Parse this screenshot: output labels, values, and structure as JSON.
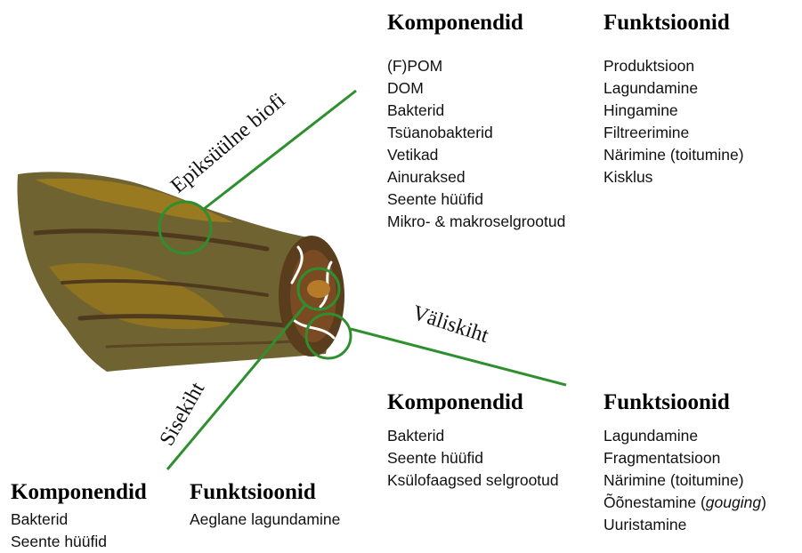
{
  "colors": {
    "connector": "#2f8f2f",
    "bark": "#6f6331",
    "bark_light": "#9a7a20",
    "bark_dark": "#5a3d1c",
    "wood": "#7a4a22"
  },
  "labels": {
    "epixylic": "Epiksüülne biofilm",
    "outer": "Väliskiht",
    "inner": "Sisekiht"
  },
  "epixylic_biofilm": {
    "components_title": "Komponendid",
    "functions_title": "Funktsioonid",
    "components": [
      "(F)POM",
      "DOM",
      "Bakterid",
      "Tsüanobakterid",
      "Vetikad",
      "Ainuraksed",
      "Seente hüüfid",
      "Mikro- & makroselgrootud"
    ],
    "functions": [
      "Produktsioon",
      "Lagundamine",
      "Hingamine",
      "Filtreerimine",
      "Närimine (toitumine)",
      "Kisklus"
    ]
  },
  "outer_layer": {
    "components_title": "Komponendid",
    "functions_title": "Funktsioonid",
    "components": [
      "Bakterid",
      "Seente hüüfid",
      "Ksülofaagsed selgrootud"
    ],
    "functions": [
      "Lagundamine",
      "Fragmentatsioon",
      "Närimine (toitumine)",
      "Õõnestamine (",
      "gouging",
      ")",
      "Uuristamine"
    ]
  },
  "inner_layer": {
    "components_title": "Komponendid",
    "functions_title": "Funktsioonid",
    "components": [
      "Bakterid",
      "Seente hüüfid"
    ],
    "functions": [
      "Aeglane lagundamine"
    ]
  }
}
